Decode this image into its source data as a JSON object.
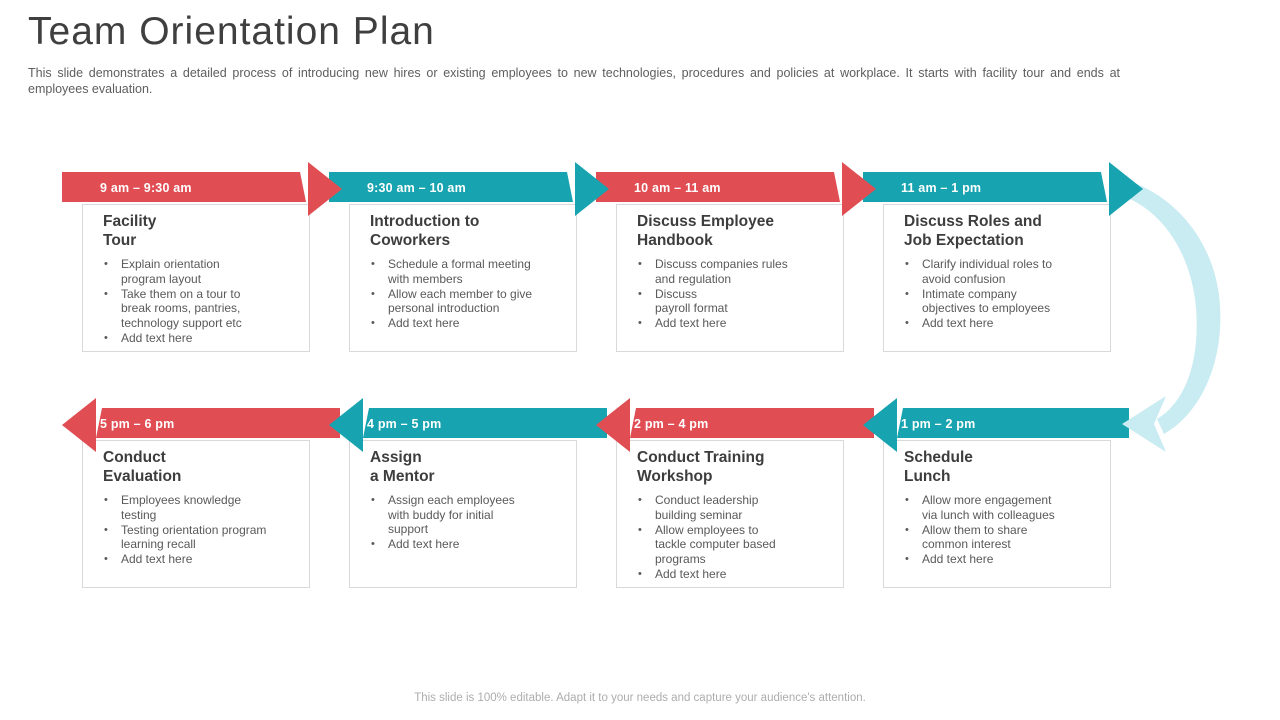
{
  "slide": {
    "title": "Team Orientation Plan",
    "subtitle": "This slide demonstrates a detailed process of introducing new hires or existing employees to new technologies, procedures and policies at workplace. It starts with facility tour and ends at employees evaluation.",
    "footer": "This slide is 100% editable. Adapt it to your needs and capture your audience's attention."
  },
  "colors": {
    "red": "#E04D53",
    "teal": "#17A3AF",
    "loop_arrow": "#C9EBF2",
    "box_border": "#D9D9D9",
    "heading_text": "#3D3D3D",
    "body_text": "#595959"
  },
  "cards": [
    {
      "time": "9 am – 9:30 am",
      "accent": "red",
      "heading": "Facility\nTour",
      "bullets": [
        "Explain orientation\nprogram layout",
        "Take them on a tour to\nbreak rooms, pantries,\ntechnology support etc",
        "Add text here"
      ]
    },
    {
      "time": "9:30 am – 10 am",
      "accent": "teal",
      "heading": "Introduction to\nCoworkers",
      "bullets": [
        "Schedule a formal meeting\nwith members",
        "Allow each member to give\npersonal introduction",
        "Add text here"
      ]
    },
    {
      "time": "10 am – 11 am",
      "accent": "red",
      "heading": "Discuss Employee\nHandbook",
      "bullets": [
        "Discuss companies rules\nand regulation",
        "Discuss\npayroll format",
        "Add text here"
      ]
    },
    {
      "time": "11 am – 1 pm",
      "accent": "teal",
      "heading": "Discuss Roles and\nJob Expectation",
      "bullets": [
        "Clarify individual roles to\navoid confusion",
        "Intimate company\nobjectives to employees",
        "Add text here"
      ]
    },
    {
      "time": "5 pm – 6 pm",
      "accent": "red",
      "heading": "Conduct\nEvaluation",
      "bullets": [
        "Employees knowledge\ntesting",
        "Testing orientation program\nlearning recall",
        "Add text here"
      ]
    },
    {
      "time": "4 pm – 5 pm",
      "accent": "teal",
      "heading": "Assign\na Mentor",
      "bullets": [
        "Assign each employees\nwith buddy for initial\nsupport",
        "Add text here"
      ]
    },
    {
      "time": "2 pm – 4 pm",
      "accent": "red",
      "heading": "Conduct Training\nWorkshop",
      "bullets": [
        "Conduct leadership\nbuilding seminar",
        "Allow employees to\ntackle computer based\nprograms",
        "Add text here"
      ]
    },
    {
      "time": "1 pm – 2 pm",
      "accent": "teal",
      "heading": "Schedule\nLunch",
      "bullets": [
        "Allow more engagement\nvia lunch with colleagues",
        "Allow them to share\ncommon interest",
        "Add text here"
      ]
    }
  ]
}
